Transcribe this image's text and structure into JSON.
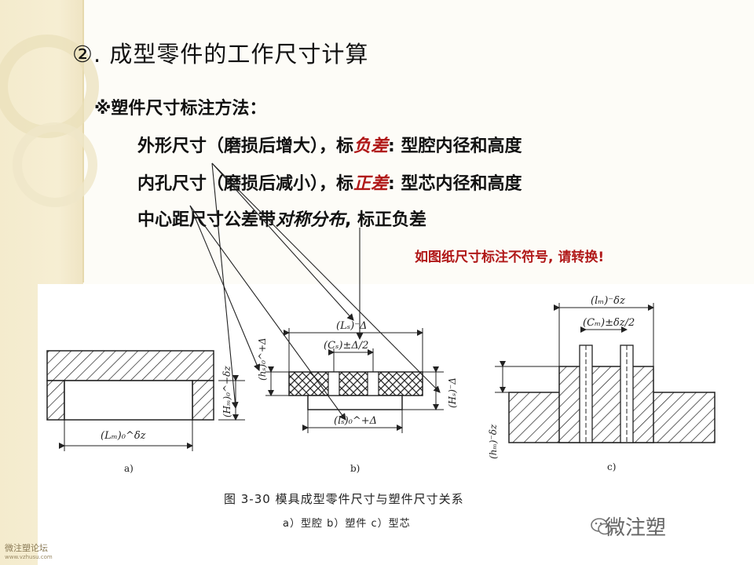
{
  "slide": {
    "title": "②. 成型零件的工作尺寸计算",
    "subhead": "※塑件尺寸标注方法：",
    "line1": {
      "pre": "外形尺寸（磨损后增大），标",
      "em": "负差",
      "post": ":  型腔内径和高度"
    },
    "line2": {
      "pre": "内孔尺寸（磨损后减小），标",
      "em": "正差",
      "post": ":  型芯内径和高度"
    },
    "line3": {
      "pre": "中心距尺寸公差带",
      "em": "对称分布",
      "post": ", 标正负差"
    },
    "warning": "如图纸尺寸标注不符号, 请转换!",
    "accent_red": "#b01818"
  },
  "figure": {
    "caption": "图 3-30   模具成型零件尺寸与塑件尺寸关系",
    "subcaption": "a）型腔   b）塑件   c）型芯",
    "panels": [
      "a)",
      "b)",
      "c)"
    ],
    "dims": {
      "a_LM": "(Lₘ)₀^δz",
      "a_HM": "(Hₘ)₀^+δz",
      "b_Ls": "(Lₛ)⁻Δ",
      "b_Cs": "(Cₛ)±Δ/2",
      "b_ls": "(lₛ)₀^+Δ",
      "b_hs": "(hₛ)₀^+Δ",
      "b_Hs": "(Hₛ)⁻Δ",
      "c_lM": "(lₘ)⁻δz",
      "c_CM": "(Cₘ)±δz/2",
      "c_hM": "(hₘ)⁻δz"
    }
  },
  "watermark": {
    "text": "微注塑",
    "icon": "wechat-icon"
  },
  "logo": {
    "name": "微注塑论坛",
    "url": "www.vzhusu.com"
  }
}
